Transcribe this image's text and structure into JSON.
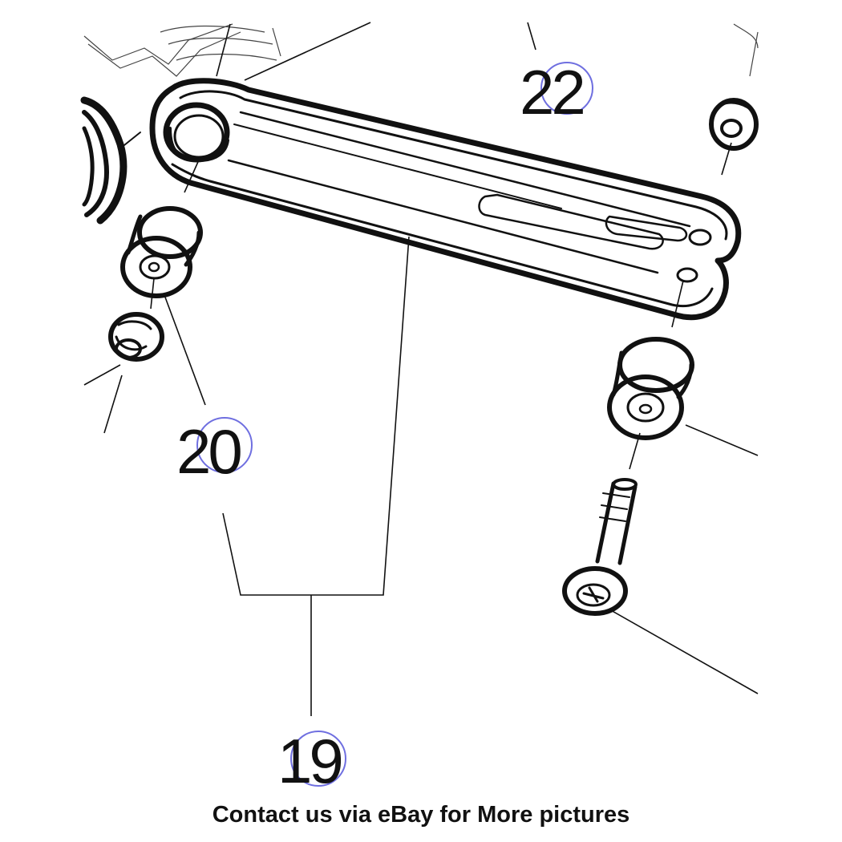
{
  "diagram": {
    "part_labels": {
      "label_22": "22",
      "label_20": "20",
      "label_19": "19"
    },
    "callout_circle_color": "#6f6fe0",
    "line_color": "#111111"
  },
  "caption": {
    "text": "Contact us via eBay for More pictures"
  }
}
